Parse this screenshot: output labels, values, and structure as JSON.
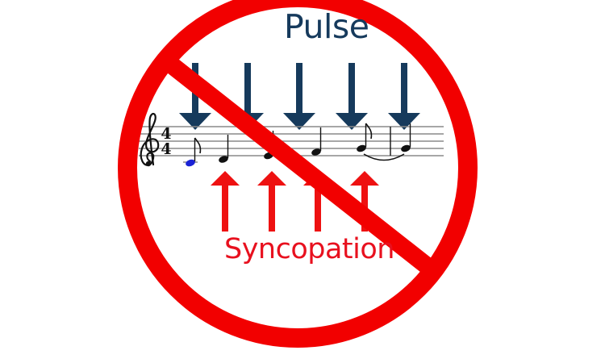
{
  "image": {
    "description": "No-symbol (prohibition sign) over a music notation graphic illustrating pulse vs. syncopation",
    "background_color": "#ffffff"
  },
  "labels": {
    "pulse": "Pulse",
    "syncopation": "Syncopation"
  },
  "colors": {
    "prohibition_red": "#f20000",
    "pulse_navy": "#163a5c",
    "syncopation_red": "#ee1111",
    "staff_gray": "#8a8a8a",
    "note_black": "#111111",
    "highlight_note_blue": "#1a22d6"
  },
  "notation": {
    "clef": "treble",
    "time_signature": "4/4",
    "notes": [
      {
        "type": "eighth",
        "pitch": "C4",
        "highlighted": true
      },
      {
        "type": "quarter",
        "pitch": "D4"
      },
      {
        "type": "quarter",
        "pitch": "E4"
      },
      {
        "type": "quarter",
        "pitch": "F4"
      },
      {
        "type": "eighth",
        "pitch": "G4",
        "tied": true
      },
      {
        "type": "barline"
      },
      {
        "type": "quarter",
        "pitch": "G4"
      }
    ]
  },
  "arrows": {
    "pulse_count": 5,
    "syncopation_count": 4
  },
  "symbols": {
    "clef_glyph": "𝄞",
    "time_top": "4",
    "time_bottom": "4"
  }
}
